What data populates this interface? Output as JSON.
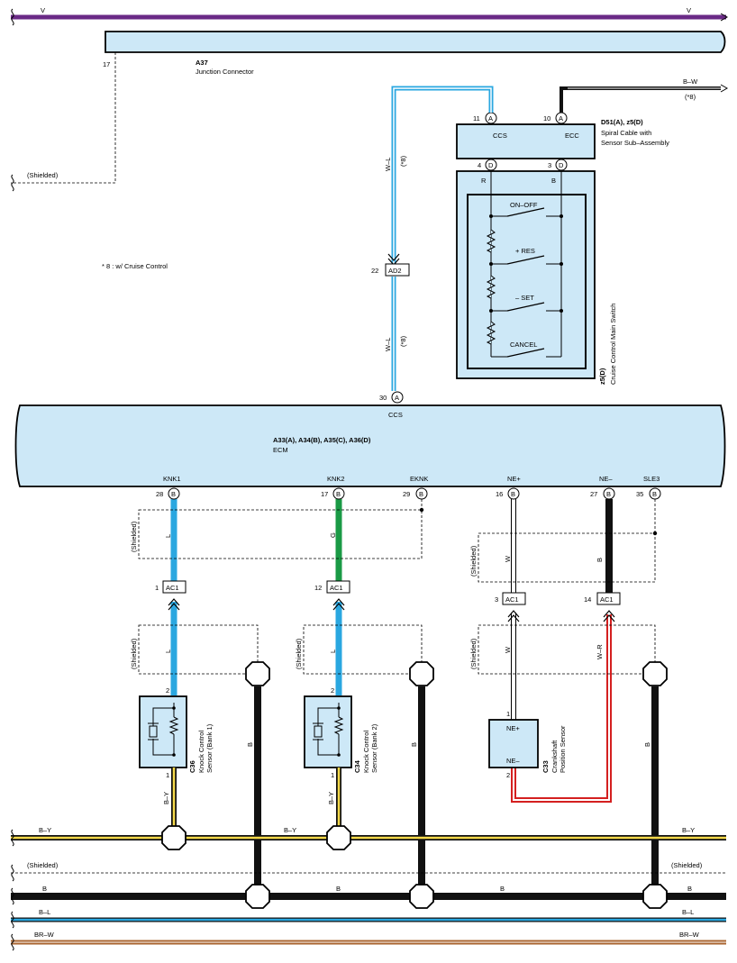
{
  "colors": {
    "violet": "#6a2a86",
    "blue": "#2aa7e0",
    "green": "#1a9a45",
    "black": "#111111",
    "yellow": "#f5d94a",
    "red": "#d42020",
    "brown": "#a9642f",
    "connector_fill": "#cde8f7"
  },
  "rails": {
    "v_left": "V",
    "v_right": "V",
    "by_left": "B–Y",
    "by_mid": "B–Y",
    "by_right": "B–Y",
    "shielded_left": "(Shielded)",
    "shielded_right": "(Shielded)",
    "b_left": "B",
    "b_mid1": "B",
    "b_mid2": "B",
    "b_right": "B",
    "bl_left": "B–L",
    "bl_right": "B–L",
    "brw_left": "BR–W",
    "brw_right": "BR–W"
  },
  "junction": {
    "id": "A37",
    "name": "Junction Connector",
    "pin": "17",
    "shielded": "(Shielded)"
  },
  "footnote": "* 8 : w/ Cruise Control",
  "spiral": {
    "id": "D51(A), z5(D)",
    "name_line1": "Spiral Cable with",
    "name_line2": "Sensor Sub–Assembly",
    "ccs": "CCS",
    "ecc": "ECC",
    "pin11": "11",
    "pin10": "10",
    "pin4": "4",
    "pin3": "3",
    "pin_a": "A",
    "pin_d": "D",
    "bw": "B–W",
    "bw_note": "(*8)"
  },
  "cruise_switch": {
    "id": "z5(D)",
    "name": "Cruise Control Main Switch",
    "wire_r": "R",
    "wire_b": "B",
    "sw_onoff": "ON–OFF",
    "sw_res": "+ RES",
    "sw_set": "– SET",
    "sw_cancel": "CANCEL"
  },
  "ccs_wire": {
    "color_upper": "W–L",
    "note_upper": "(*8)",
    "color_lower": "W–L",
    "note_lower": "(*8)",
    "ad2_pin": "22",
    "ad2": "AD2",
    "ecm_pin": "30",
    "ecm_pin_letter": "A",
    "ecm_label": "CCS"
  },
  "ecm": {
    "id": "A33(A), A34(B), A35(C), A36(D)",
    "name": "ECM",
    "pins": [
      {
        "label": "KNK1",
        "num": "28",
        "letter": "B"
      },
      {
        "label": "KNK2",
        "num": "17",
        "letter": "B"
      },
      {
        "label": "EKNK",
        "num": "29",
        "letter": "B"
      },
      {
        "label": "NE+",
        "num": "16",
        "letter": "B"
      },
      {
        "label": "NE–",
        "num": "27",
        "letter": "B"
      },
      {
        "label": "SLE3",
        "num": "35",
        "letter": "B"
      }
    ]
  },
  "wires": {
    "knk1_color": "L",
    "knk1_color2": "L",
    "knk2_color": "G",
    "knk2_color2": "L",
    "ne_plus_color": "W",
    "ne_plus_color2": "W",
    "ne_minus_color": "B",
    "ne_minus_color2": "W–R",
    "knk1_gnd": "B",
    "knk2_gnd": "B",
    "sle3_gnd": "B",
    "by1": "B–Y",
    "by2": "B–Y"
  },
  "shield_labels": {
    "s1": "(Shielded)",
    "s2": "(Shielded)",
    "s3": "(Shielded)",
    "s4": "(Shielded)",
    "s5": "(Shielded)"
  },
  "ac1": {
    "label": "AC1",
    "p1": "1",
    "p12": "12",
    "p3": "3",
    "p14": "14"
  },
  "sensors": {
    "c36_id": "C36",
    "c36_line1": "Knock Control",
    "c36_line2": "Sensor (Bank 1)",
    "c36_pin_top": "2",
    "c36_pin_bottom": "1",
    "c34_id": "C34",
    "c34_line1": "Knock Control",
    "c34_line2": "Sensor (Bank 2)",
    "c34_pin_top": "2",
    "c34_pin_bottom": "1",
    "c33_id": "C33",
    "c33_line1": "Crankshaft",
    "c33_line2": "Position Sensor",
    "c33_ne_plus": "NE+",
    "c33_ne_minus": "NE–",
    "c33_pin1": "1",
    "c33_pin2": "2"
  }
}
